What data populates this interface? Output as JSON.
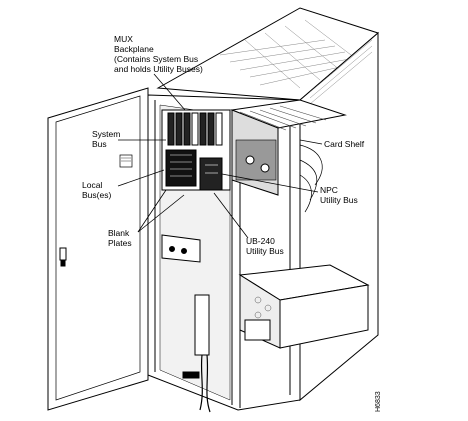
{
  "callouts": {
    "mux_backplane": [
      "MUX",
      "Backplane",
      "(Contains System Bus",
      "and holds Utility Buses)"
    ],
    "system_bus": [
      "System",
      "Bus"
    ],
    "card_shelf": "Card Shelf",
    "local_bus": [
      "Local",
      "Bus(es)"
    ],
    "npc_utility_bus": [
      "NPC",
      "Utility Bus"
    ],
    "blank_plates": [
      "Blank",
      "Plates"
    ],
    "ub240_utility_bus": [
      "UB-240",
      "Utility Bus"
    ]
  },
  "figure_id": "H6833",
  "colors": {
    "line": "#000000",
    "background": "#ffffff",
    "dark_fill": "#111111",
    "grey_fill": "#9a9a9a"
  }
}
